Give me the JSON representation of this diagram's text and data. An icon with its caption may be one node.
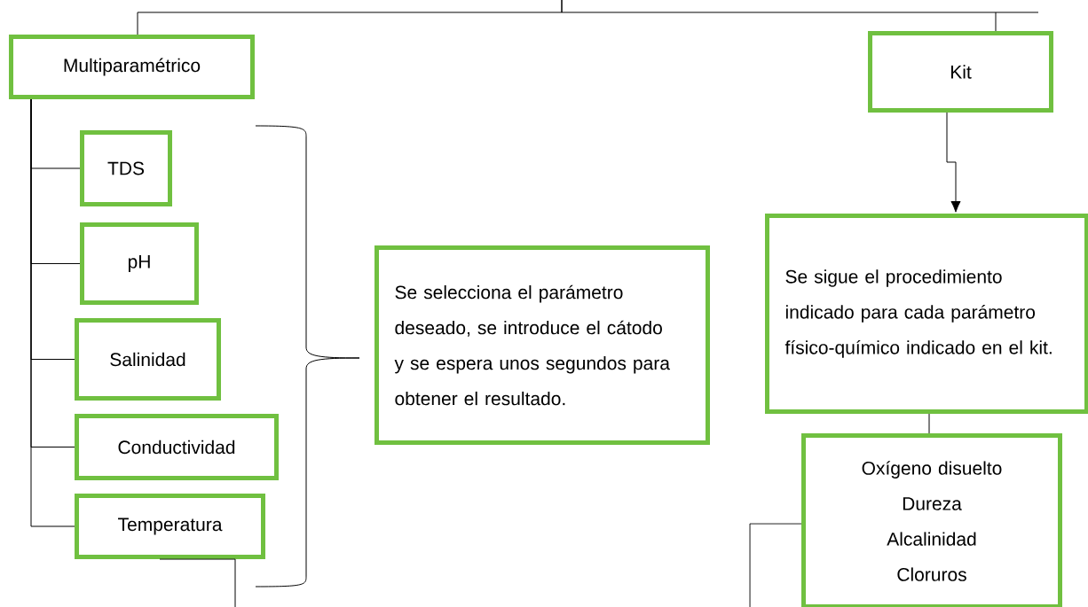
{
  "diagram": {
    "nodes": [
      {
        "text": [
          "Multiparamétrico"
        ]
      },
      {
        "text": [
          "Kit"
        ]
      },
      {
        "text": [
          "TDS"
        ]
      },
      {
        "text": [
          "pH"
        ]
      },
      {
        "text": [
          "Salinidad"
        ]
      },
      {
        "text": [
          "Conductividad"
        ]
      },
      {
        "text": [
          "Temperatura"
        ]
      },
      {
        "text": [
          "Se selecciona el parámetro deseado, se introduce el cátodo y se espera unos segundos para obtener el resultado."
        ]
      },
      {
        "text": [
          "Se sigue el procedimiento indicado para cada parámetro físico-químico indicado en el kit."
        ]
      },
      {
        "text": [
          "Oxígeno disuelto",
          "Dureza",
          "Alcalinidad",
          "Cloruros"
        ]
      }
    ],
    "edges": [
      {
        "from": null,
        "to": 0,
        "arrow": "none"
      },
      {
        "from": null,
        "to": 1,
        "arrow": "none"
      },
      {
        "from": 0,
        "to": 2,
        "arrow": "none"
      },
      {
        "from": 0,
        "to": 3,
        "arrow": "none"
      },
      {
        "from": 0,
        "to": 4,
        "arrow": "none"
      },
      {
        "from": 0,
        "to": 5,
        "arrow": "none"
      },
      {
        "from": 0,
        "to": 6,
        "arrow": "none"
      },
      {
        "from": 6,
        "to": null,
        "arrow": "none"
      },
      {
        "from": 1,
        "to": 8,
        "arrow": "to"
      },
      {
        "from": 8,
        "to": 9,
        "arrow": "none"
      },
      {
        "from": 9,
        "to": null,
        "arrow": "none"
      }
    ]
  }
}
